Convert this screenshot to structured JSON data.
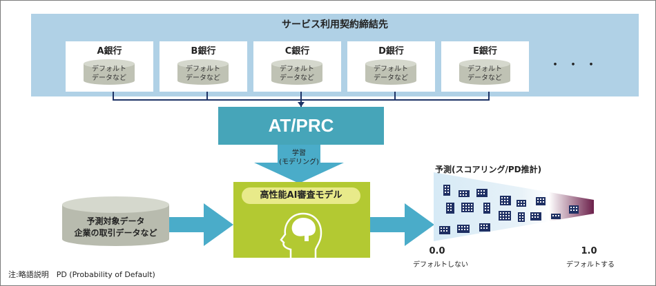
{
  "contract": {
    "title": "サービス利用契約締結先",
    "banks": [
      {
        "name": "A銀行",
        "data_line1": "デフォルト",
        "data_line2": "データなど"
      },
      {
        "name": "B銀行",
        "data_line1": "デフォルト",
        "data_line2": "データなど"
      },
      {
        "name": "C銀行",
        "data_line1": "デフォルト",
        "data_line2": "データなど"
      },
      {
        "name": "D銀行",
        "data_line1": "デフォルト",
        "data_line2": "データなど"
      },
      {
        "name": "E銀行",
        "data_line1": "デフォルト",
        "data_line2": "データなど"
      }
    ],
    "more": "・・・"
  },
  "platform": {
    "name": "AT/PRC"
  },
  "learning": {
    "line1": "学習",
    "line2": "(モデリング)"
  },
  "model": {
    "title": "高性能AI審査モデル",
    "icon": "brain-head-icon"
  },
  "input_data": {
    "line1": "予測対象データ",
    "line2": "企業の取引データなど"
  },
  "prediction": {
    "title": "予測(スコアリング/PD推計)",
    "low_value": "0.0",
    "low_label": "デフォルトしない",
    "high_value": "1.0",
    "high_label": "デフォルトする",
    "icon": "building-icon"
  },
  "colors": {
    "panel": "#b0d1e6",
    "platform": "#46a5b9",
    "arrow": "#4aacc9",
    "model": "#b3c932",
    "pill": "#e8ea8a",
    "connector": "#1e3366",
    "building": "#1e2f63",
    "funnel_end": "#6b1f4a"
  },
  "footnote": "注:略語説明　PD (Probability of Default)"
}
